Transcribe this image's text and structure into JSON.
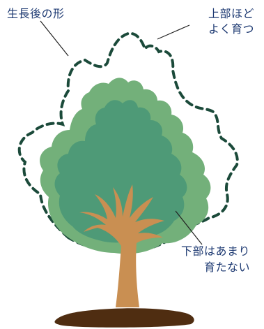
{
  "labels": {
    "growth_shape": "生長後の形",
    "top_line1": "上部ほど",
    "top_line2": "よく育つ",
    "bottom_line1": "下部はあまり",
    "bottom_line2": "育たない"
  },
  "colors": {
    "text": "#1f3b73",
    "canopy_outer": "#73b07a",
    "canopy_inner": "#4e9a77",
    "trunk": "#c98f52",
    "ground": "#4f2d11",
    "outline_dashed": "#1b4a3a",
    "leader_line": "#222222"
  },
  "icons": {
    "tree": "tree-icon",
    "ground": "ground-icon"
  }
}
